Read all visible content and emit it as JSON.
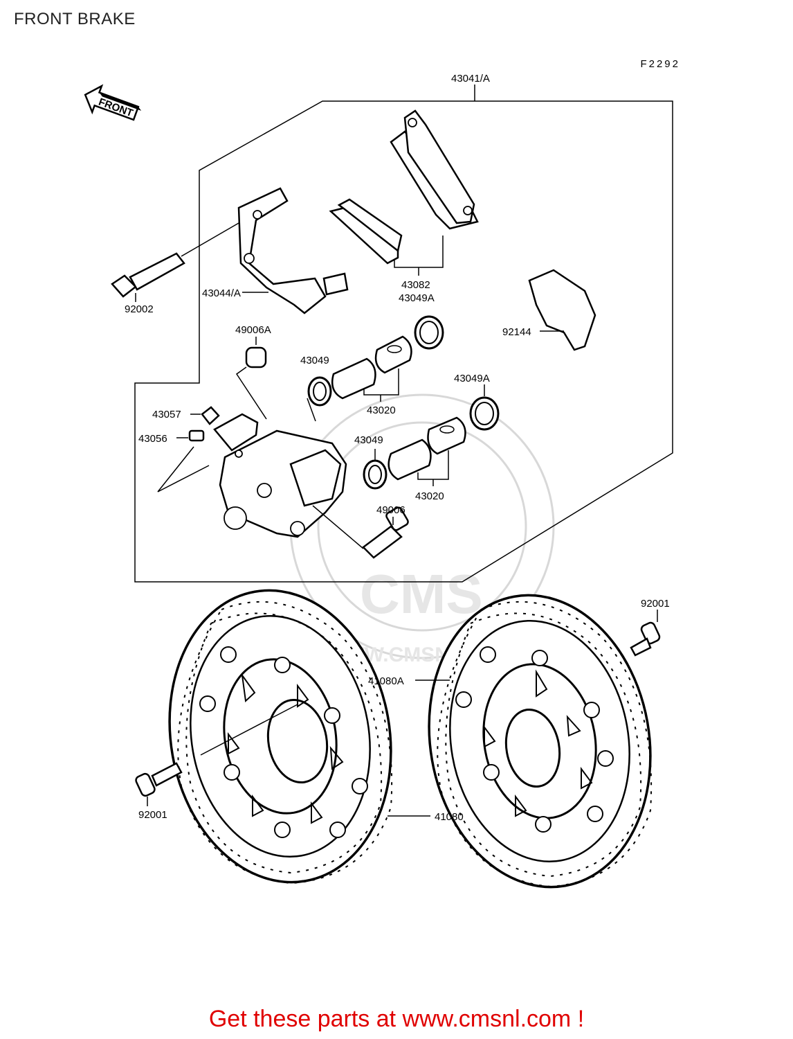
{
  "page": {
    "title": "FRONT BRAKE",
    "diagram_code": "F2292"
  },
  "arrow": {
    "label": "FRONT"
  },
  "watermark": {
    "logo_text": "CMS",
    "url_text": "WWW.CMSNL.COM"
  },
  "callouts": [
    {
      "id": "c-43041a",
      "text": "43041/A"
    },
    {
      "id": "c-92002",
      "text": "92002"
    },
    {
      "id": "c-43044a",
      "text": "43044/A"
    },
    {
      "id": "c-43082",
      "text": "43082"
    },
    {
      "id": "c-43049a-top",
      "text": "43049A"
    },
    {
      "id": "c-92144",
      "text": "92144"
    },
    {
      "id": "c-49006a",
      "text": "49006A"
    },
    {
      "id": "c-43049-top",
      "text": "43049"
    },
    {
      "id": "c-43020-top",
      "text": "43020"
    },
    {
      "id": "c-43049a-mid",
      "text": "43049A"
    },
    {
      "id": "c-43057",
      "text": "43057"
    },
    {
      "id": "c-43056",
      "text": "43056"
    },
    {
      "id": "c-43049-mid",
      "text": "43049"
    },
    {
      "id": "c-43020-mid",
      "text": "43020"
    },
    {
      "id": "c-49006",
      "text": "49006"
    },
    {
      "id": "c-92001-right",
      "text": "92001"
    },
    {
      "id": "c-41080a",
      "text": "41080A"
    },
    {
      "id": "c-92001-left",
      "text": "92001"
    },
    {
      "id": "c-41080",
      "text": "41080"
    }
  ],
  "footer": {
    "link_text": "Get these parts at www.cmsnl.com !"
  }
}
